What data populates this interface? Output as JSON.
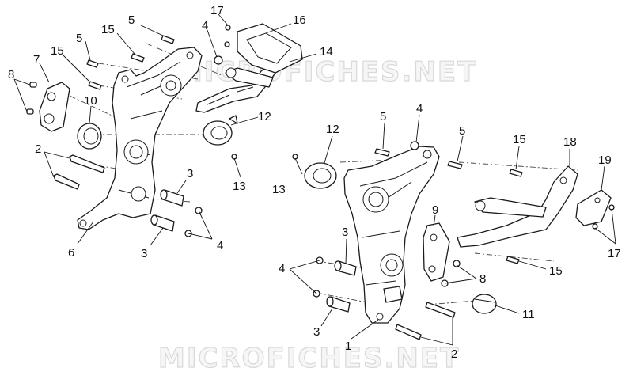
{
  "watermarks": [
    "MICROFICHES.NET",
    "MICROFICHES.NET"
  ],
  "callouts": {
    "c1": "1",
    "c2a": "2",
    "c2b": "2",
    "c3a": "3",
    "c3b": "3",
    "c3c": "3",
    "c3d": "3",
    "c4a": "4",
    "c4b": "4",
    "c4c": "4",
    "c4d": "4",
    "c5a": "5",
    "c5b": "5",
    "c5c": "5",
    "c5d": "5",
    "c6": "6",
    "c7": "7",
    "c8a": "8",
    "c8b": "8",
    "c9": "9",
    "c10": "10",
    "c11": "11",
    "c12a": "12",
    "c12b": "12",
    "c13a": "13",
    "c13b": "13",
    "c14": "14",
    "c15a": "15",
    "c15b": "15",
    "c15c": "15",
    "c15d": "15",
    "c16": "16",
    "c17a": "17",
    "c17b": "17",
    "c18": "18",
    "c19": "19"
  }
}
